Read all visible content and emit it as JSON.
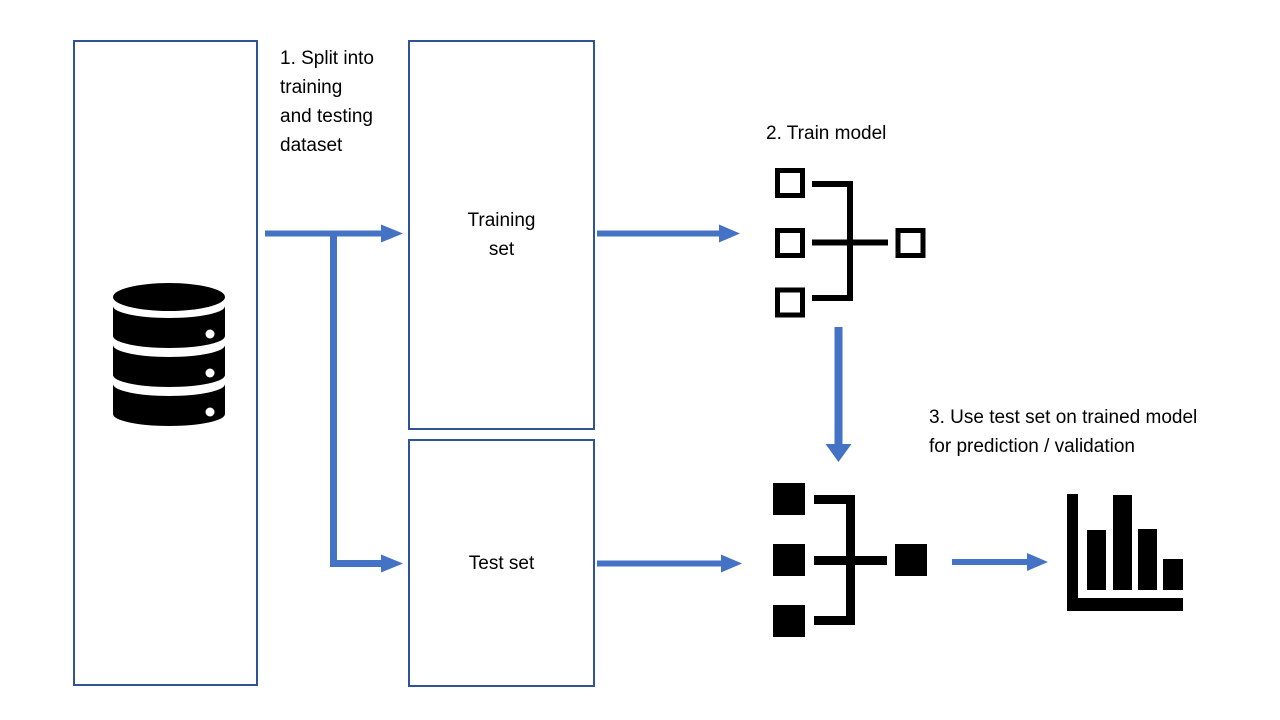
{
  "colors": {
    "background": "#ffffff",
    "border": "#2e5496",
    "arrow": "#4472c4",
    "icon": "#000000",
    "text": "#000000"
  },
  "diagram": {
    "steps": {
      "step1": {
        "lines": [
          "1. Split into",
          "training",
          "and testing",
          "dataset"
        ]
      },
      "step2": {
        "label": "2. Train model"
      },
      "step3": {
        "lines": [
          "3. Use test set on trained model",
          "for prediction / validation"
        ]
      }
    },
    "boxes": {
      "training": {
        "lines": [
          "Training",
          "set"
        ]
      },
      "test": {
        "label": "Test set"
      }
    },
    "icons": {
      "dataset": "database-icon",
      "untrained_model": "model-outline-icon",
      "trained_model": "model-filled-icon",
      "results": "bar-chart-icon"
    }
  }
}
